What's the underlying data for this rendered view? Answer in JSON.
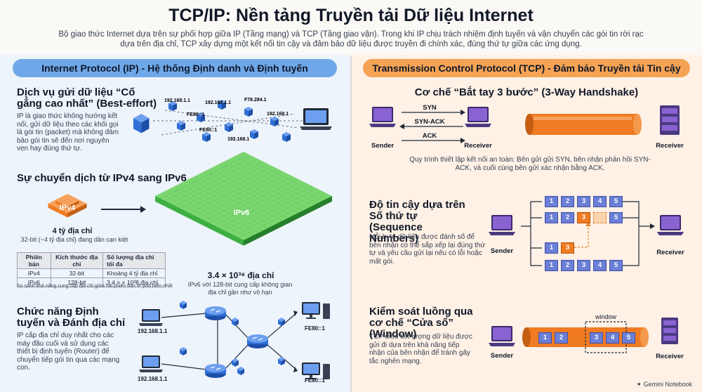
{
  "page": {
    "title": "TCP/IP: Nền tảng Truyền tải Dữ liệu Internet",
    "subtitle": "Bộ giao thức Internet dựa trên sự phối hợp giữa IP (Tầng mạng) và TCP (Tầng giao vận). Trong khi IP chịu trách nhiệm định tuyến và vận chuyển các gói tin rời rạc dựa trên địa chỉ, TCP xây dựng một kết nối tin cậy và đảm bảo dữ liệu được truyền đi chính xác, đúng thứ tự giữa các ứng dụng.",
    "footer": "Gemini Notebook"
  },
  "ip": {
    "banner": "Internet Protocol (IP) - Hệ thống Định danh và Định tuyến",
    "best_effort": {
      "title": "Dịch vụ gửi dữ liệu “Cố gắng cao nhất” (Best-effort)",
      "text": "IP là giao thức không hướng kết nối, gửi dữ liệu theo các khối gọi là gói tin (packet) mà không đảm bảo gói tin sẽ đến nơi nguyên vẹn hay đúng thứ tự.",
      "labels": [
        "192.168.1.1",
        "FE80::1",
        "192.168.1.1",
        "F78.284.1",
        "192.168.1",
        "FE80::1",
        "192.168.1"
      ]
    },
    "ipv6": {
      "title": "Sự chuyển dịch từ IPv4 sang IPv6",
      "ipv4_label": "IPv4",
      "ipv6_label": "IPv6",
      "ipv4_count": "4 tỷ địa chỉ",
      "ipv4_note": "32-bit (~4 tỷ địa chỉ) đang dần cạn kiệt",
      "ipv6_count": "3.4 × 10³⁸ địa chỉ",
      "ipv6_note": "IPv6 với 128-bit cung cấp không gian địa chỉ gần như vô hạn",
      "table": {
        "headers": [
          "Phiên bản",
          "Kích thước địa chỉ",
          "Số lượng địa chỉ tối đa"
        ],
        "rows": [
          [
            "IPv4",
            "32-bit",
            "Khoảng 4 tỷ địa chỉ"
          ],
          [
            "IPv6",
            "128-bit",
            "3.4 × × 10³8 địa chỉ"
          ]
        ]
      },
      "table_caption": "So sánh khả năng cung cấp địa chỉ giữa hai phiên bản IP phổ biến nhất"
    },
    "routing": {
      "title": "Chức năng Định tuyến và Đánh địa chỉ",
      "text": "IP cấp địa chỉ duy nhất cho các máy đầu cuối và sử dụng các thiết bị định tuyến (Router) để chuyển tiếp gói tin qua các mạng con.",
      "addr_top_left": "192.168.1.1",
      "addr_bottom_left": "192.168.1.1",
      "addr_top_right": "FE80::1",
      "addr_bottom_right": "FE80::1"
    }
  },
  "tcp": {
    "banner": "Transmission Control Protocol (TCP) - Đảm bảo Truyền tải Tin cậy",
    "handshake": {
      "title": "Cơ chế “Bắt tay 3 bước” (3-Way Handshake)",
      "syn": "SYN",
      "synack": "SYN-ACK",
      "ack": "ACK",
      "sender": "Sender",
      "receiver": "Receiver",
      "receiver2": "Receiver",
      "caption": "Quy trình thiết lập kết nối an toàn: Bên gửi gửi SYN, bên nhận phản hồi SYN-ACK, và cuối cùng bên gửi xác nhận bằng ACK."
    },
    "sequence": {
      "title": "Độ tin cậy dựa trên Số thứ tự (Sequence Numbers)",
      "text": "Mỗi byte dữ liệu được đánh số để bên nhận có thể sắp xếp lại đúng thứ tự và yêu cầu gửi lại nếu có lỗi hoặc mất gói.",
      "sender": "Sender",
      "receiver": "Receiver",
      "row1": [
        "1",
        "2",
        "3",
        "4",
        "5"
      ],
      "row2": [
        "1",
        "2",
        "3",
        "5"
      ],
      "row3": [
        "1",
        "3"
      ],
      "row4": [
        "1",
        "2",
        "3",
        "4",
        "5"
      ]
    },
    "window": {
      "title": "Kiểm soát luồng qua cơ chế “Cửa sổ” (Window)",
      "text": "TCP điều tiết lượng dữ liệu được gửi đi dựa trên khả năng tiếp nhận của bên nhận để tránh gây tắc nghẽn mạng.",
      "window_label": "window",
      "sender": "Sender",
      "receiver": "Receiver",
      "packets": [
        "1",
        "2",
        "3",
        "4",
        "5"
      ]
    }
  },
  "colors": {
    "ip_banner": "#6fa8e8",
    "tcp_banner": "#f5a354",
    "cube_blue": "#2f6fd6",
    "ipv6_green": "#3cb043",
    "ipv4_orange": "#f07b22",
    "laptop_purple": "#8a63d2",
    "seq_blue": "#6b7fd6",
    "pipe_orange": "#f07b22"
  }
}
